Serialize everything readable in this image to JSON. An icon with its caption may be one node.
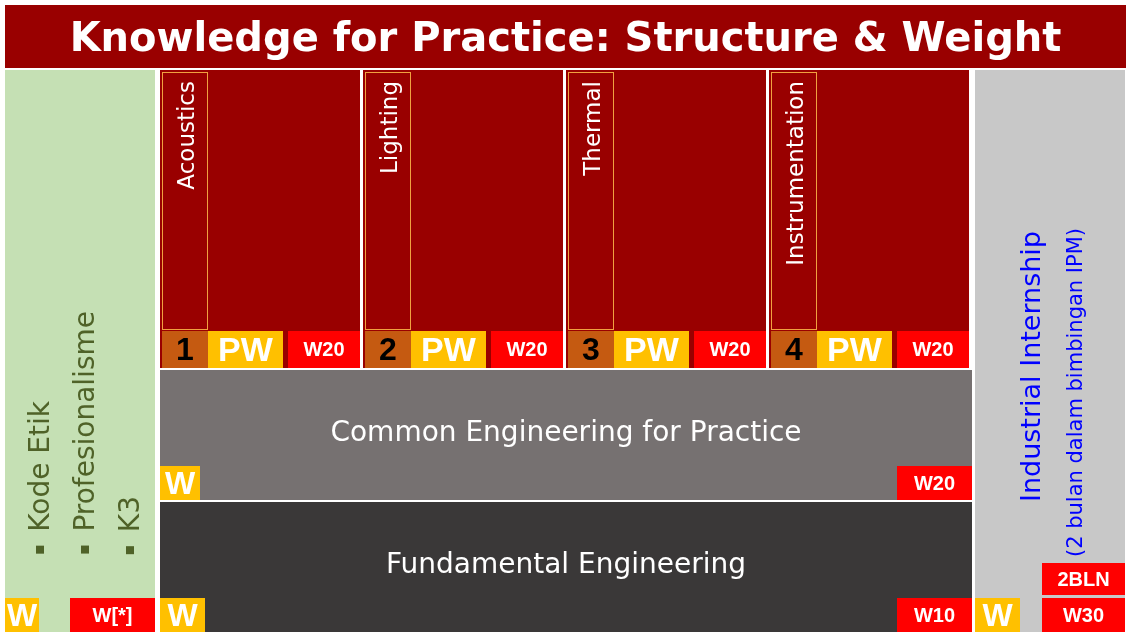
{
  "diagram": {
    "title": "Knowledge for Practice: Structure & Weight",
    "nodes": [
      {
        "text": [
          "Kode Etik",
          "Profesionalisme",
          "K3"
        ]
      },
      {
        "text": [
          "W"
        ],
        "in": 0
      },
      {
        "text": [
          "W[*]"
        ],
        "in": 0
      },
      {
        "text": [],
        "shape": "box"
      },
      {
        "text": [
          "Acoustics"
        ],
        "in": 3
      },
      {
        "text": [
          "1"
        ],
        "in": 3
      },
      {
        "text": [
          "PW"
        ],
        "in": 3
      },
      {
        "text": [
          "W20"
        ],
        "in": 3
      },
      {
        "text": [],
        "shape": "box"
      },
      {
        "text": [
          "Lighting"
        ],
        "in": 8
      },
      {
        "text": [
          "2"
        ],
        "in": 8
      },
      {
        "text": [
          "PW"
        ],
        "in": 8
      },
      {
        "text": [
          "W20"
        ],
        "in": 8
      },
      {
        "text": [],
        "shape": "box"
      },
      {
        "text": [
          "Thermal"
        ],
        "in": 13
      },
      {
        "text": [
          "3"
        ],
        "in": 13
      },
      {
        "text": [
          "PW"
        ],
        "in": 13
      },
      {
        "text": [
          "W20"
        ],
        "in": 13
      },
      {
        "text": [],
        "shape": "box"
      },
      {
        "text": [
          "Instrumentation"
        ],
        "in": 18
      },
      {
        "text": [
          "4"
        ],
        "in": 18
      },
      {
        "text": [
          "PW"
        ],
        "in": 18
      },
      {
        "text": [
          "W20"
        ],
        "in": 18
      },
      {
        "text": [
          "Common Engineering for Practice"
        ]
      },
      {
        "text": [
          "W"
        ],
        "in": 23
      },
      {
        "text": [
          "W20"
        ],
        "in": 23
      },
      {
        "text": [
          "Fundamental Engineering"
        ]
      },
      {
        "text": [
          "W"
        ],
        "in": 26
      },
      {
        "text": [
          "W10"
        ],
        "in": 26
      },
      {
        "text": [
          "Industrial Internship",
          "(2 bulan dalam bimbingan IPM)"
        ]
      },
      {
        "text": [
          "2BLN"
        ],
        "in": 29
      },
      {
        "text": [
          "W"
        ],
        "in": 29
      },
      {
        "text": [
          "W30"
        ],
        "in": 29
      }
    ]
  }
}
